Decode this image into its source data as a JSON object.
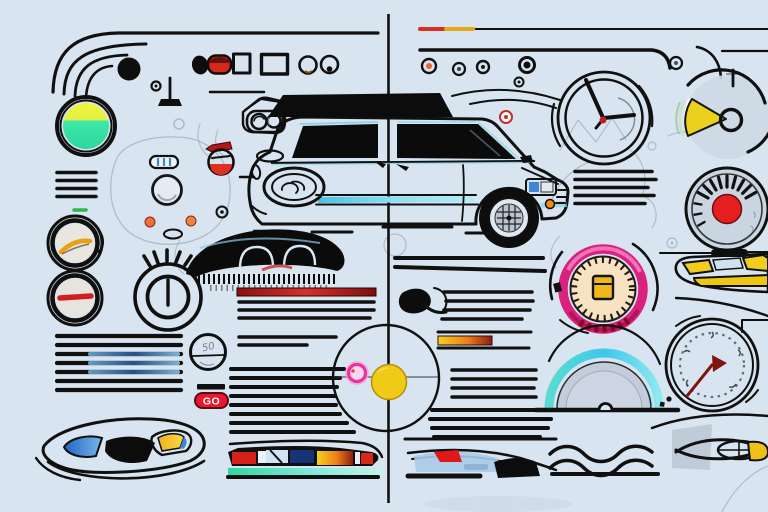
{
  "meta": {
    "kind": "stock-style line-art illustration",
    "description": "Concept illustration of a hatchback car with a black roof box surrounded by assorted dashboard gauges, dials, clocks, headlights, stripe blocks and sketch doodles on a pale blue background, divided by a thin vertical center line."
  },
  "palette": {
    "background": "#d8e4f0",
    "ink": "#101010",
    "cyan_accent": "#5ad0e8",
    "yellow_accent": "#efc51c",
    "green_accent": "#3ce8a8",
    "red_accent": "#e02020",
    "magenta_accent": "#e0308c",
    "orange_accent": "#f08020",
    "blue_accent": "#3f86d8",
    "cream_face": "#f7e2c2",
    "gauge_face": "#c9d5e1"
  },
  "labels": {
    "mini_gauge_value": "50",
    "go_badge": "GO"
  },
  "elements": {
    "hero": "hatchback car side view, black windows, cyan rocker stripe, detailed front wheel, rear swirl oval",
    "gauges": [
      "yellow-green indicator circle",
      "yellow-needle gauge",
      "red-needle gauge",
      "stopwatch dial",
      "clock dial with black hands",
      "yellow-wedge gauge",
      "red-center sunburst gauge",
      "pink-ring gauge with yellow key center",
      "cyan semicircle gauge",
      "squiggle-numeral clock with dark red needle",
      "mini 50 gauge",
      "target circle with yellow center and magenta dot"
    ],
    "accents": [
      "top-left corner arcs",
      "red-amber and pink top stripes",
      "horizontal stripe text blocks",
      "GO badge",
      "eye-shaped headlight",
      "rainbow sports-car strip",
      "sketched cars bottom",
      "yellow cowl shape",
      "wavy speed lines"
    ]
  }
}
